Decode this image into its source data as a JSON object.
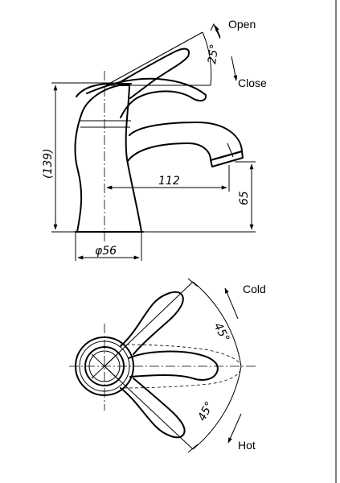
{
  "side_view": {
    "rotation_open_label": "Open",
    "rotation_close_label": "Close",
    "lever_angle": "25°",
    "height_total": "(139)",
    "spout_reach": "112",
    "spout_height": "65",
    "base_diameter": "φ56"
  },
  "top_view": {
    "cold_label": "Cold",
    "hot_label": "Hot",
    "cold_angle": "45°",
    "hot_angle": "45°"
  }
}
